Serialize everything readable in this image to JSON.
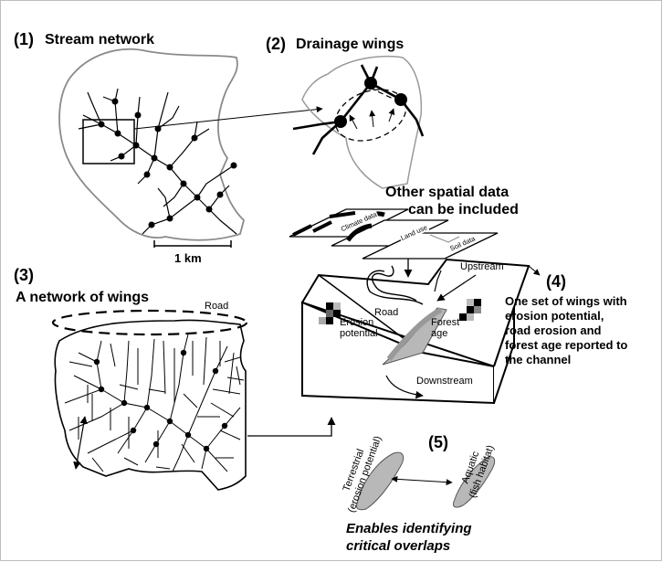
{
  "panel1": {
    "number": "(1)",
    "title": "Stream network",
    "scale_label": "1 km"
  },
  "panel2": {
    "number": "(2)",
    "title": "Drainage wings"
  },
  "spatial": {
    "title_line1": "Other spatial data",
    "title_line2": "can be included",
    "layers": [
      "Climate data",
      "Land use",
      "Soil data"
    ]
  },
  "panel3": {
    "number": "(3)",
    "title": "A network of wings",
    "road_label": "Road"
  },
  "panel4": {
    "number": "(4)",
    "labels": {
      "upstream": "Upstream",
      "road": "Road",
      "erosion": "Erosion potential",
      "forest": "Forest age",
      "downstream": "Downstream"
    },
    "description": [
      "One set of wings with",
      "erosion potential,",
      "road erosion and",
      "forest age reported to",
      "the channel"
    ]
  },
  "panel5": {
    "number": "(5)",
    "terrestrial": [
      "Terrestrial",
      "(erosion potential)"
    ],
    "aquatic": [
      "Aquatic",
      "(fish habitat)"
    ],
    "caption": [
      "Enables identifying",
      "critical overlaps"
    ]
  }
}
